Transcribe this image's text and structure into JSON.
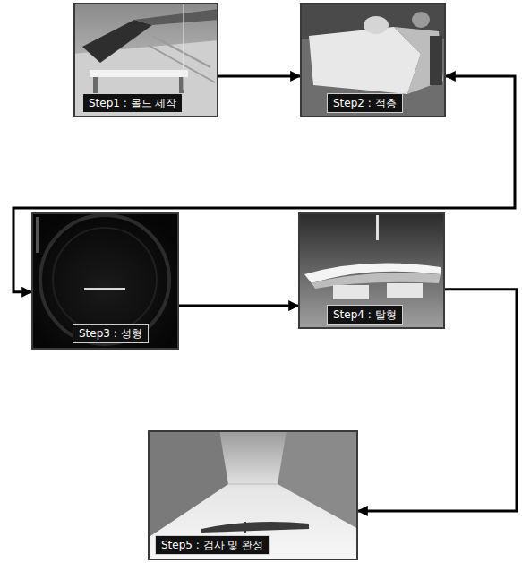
{
  "diagram": {
    "nodes": [
      {
        "text": [
          "Step1 : 몰드 제작"
        ]
      },
      {
        "text": [
          "Step2 : 적층"
        ]
      },
      {
        "text": [
          "Step3 : 성형"
        ]
      },
      {
        "text": [
          "Step4 : 탈형"
        ]
      },
      {
        "text": [
          "Step5 : 검사 및 완성"
        ]
      }
    ],
    "edges": [
      {
        "from": 0,
        "to": 1,
        "arrow": "to"
      },
      {
        "from": 1,
        "to": 2,
        "arrow": "both"
      },
      {
        "from": 2,
        "to": 3,
        "arrow": "to"
      },
      {
        "from": 3,
        "to": 4,
        "arrow": "to"
      }
    ]
  }
}
